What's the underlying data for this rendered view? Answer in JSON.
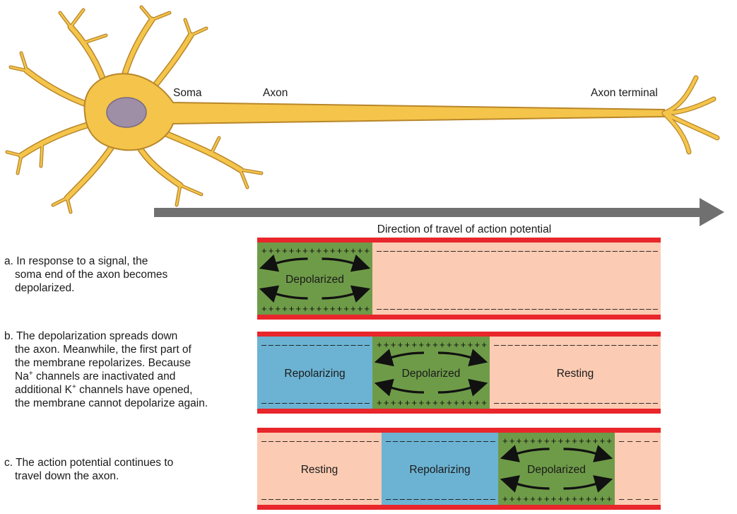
{
  "neuron": {
    "soma_label": "Soma",
    "axon_label": "Axon",
    "terminal_label": "Axon terminal"
  },
  "direction_label": "Direction of travel of action potential",
  "panels": [
    {
      "caption_lines": [
        "a. In response to a signal, the",
        "soma end of the axon becomes",
        "depolarized."
      ],
      "zones": [
        {
          "type": "depolarized",
          "label": "Depolarized"
        },
        {
          "type": "blank",
          "label": ""
        }
      ]
    },
    {
      "caption_lines": [
        "b. The depolarization spreads down",
        "the axon. Meanwhile, the first part of",
        "the membrane repolarizes. Because",
        "Na+ channels are inactivated and",
        "additional K+ channels have opened,",
        "the membrane cannot depolarize again."
      ],
      "zones": [
        {
          "type": "repolarizing",
          "label": "Repolarizing"
        },
        {
          "type": "depolarized",
          "label": "Depolarized"
        },
        {
          "type": "resting",
          "label": "Resting"
        }
      ]
    },
    {
      "caption_lines": [
        "c. The action potential continues to",
        "travel down the axon."
      ],
      "zones": [
        {
          "type": "resting",
          "label": "Resting"
        },
        {
          "type": "repolarizing",
          "label": "Repolarizing"
        },
        {
          "type": "depolarized",
          "label": "Depolarized"
        },
        {
          "type": "resting",
          "label": ""
        }
      ]
    }
  ],
  "colors": {
    "neuron_fill": "#f4c54a",
    "neuron_stroke": "#b8862a",
    "nucleus": "#9e8ea6",
    "arrow": "#707070",
    "membrane": "#e8262b",
    "resting": "#fbcbb3",
    "depolarized": "#6e9b48",
    "repolarizing": "#6cb3d3"
  }
}
